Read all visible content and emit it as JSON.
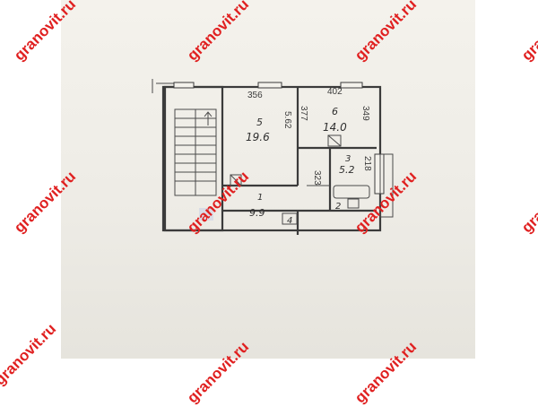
{
  "watermark": "granovit.ru",
  "rooms": [
    {
      "number": "1",
      "area": "9.9"
    },
    {
      "number": "2",
      "area": ""
    },
    {
      "number": "3",
      "area": "5.2"
    },
    {
      "number": "4",
      "area": ""
    },
    {
      "number": "5",
      "area": "19.6"
    },
    {
      "number": "6",
      "area": "14.0"
    }
  ],
  "dimensions": {
    "room5_width": "356",
    "room5_height": "5.62",
    "room6_width": "402",
    "room6_left": "377",
    "room6_right": "349",
    "room3_right": "218",
    "corridor_height": "323"
  }
}
